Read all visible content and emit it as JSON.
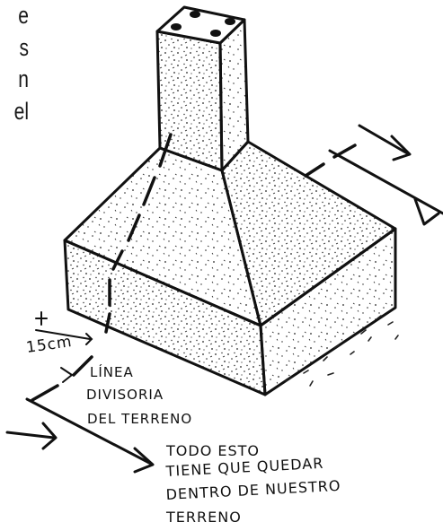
{
  "side_text": [
    "e",
    "s",
    "n",
    "el"
  ],
  "labels": {
    "distance": "15cm",
    "boundary_line": [
      "LÍNEA",
      "DIVISORIA",
      "DEL TERRENO"
    ],
    "note": [
      "TODO ESTO",
      "TIENE QUE QUEDAR",
      "DENTRO DE NUESTRO",
      "TERRENO"
    ]
  },
  "colors": {
    "ink": "#111111",
    "paper": "#ffffff"
  }
}
